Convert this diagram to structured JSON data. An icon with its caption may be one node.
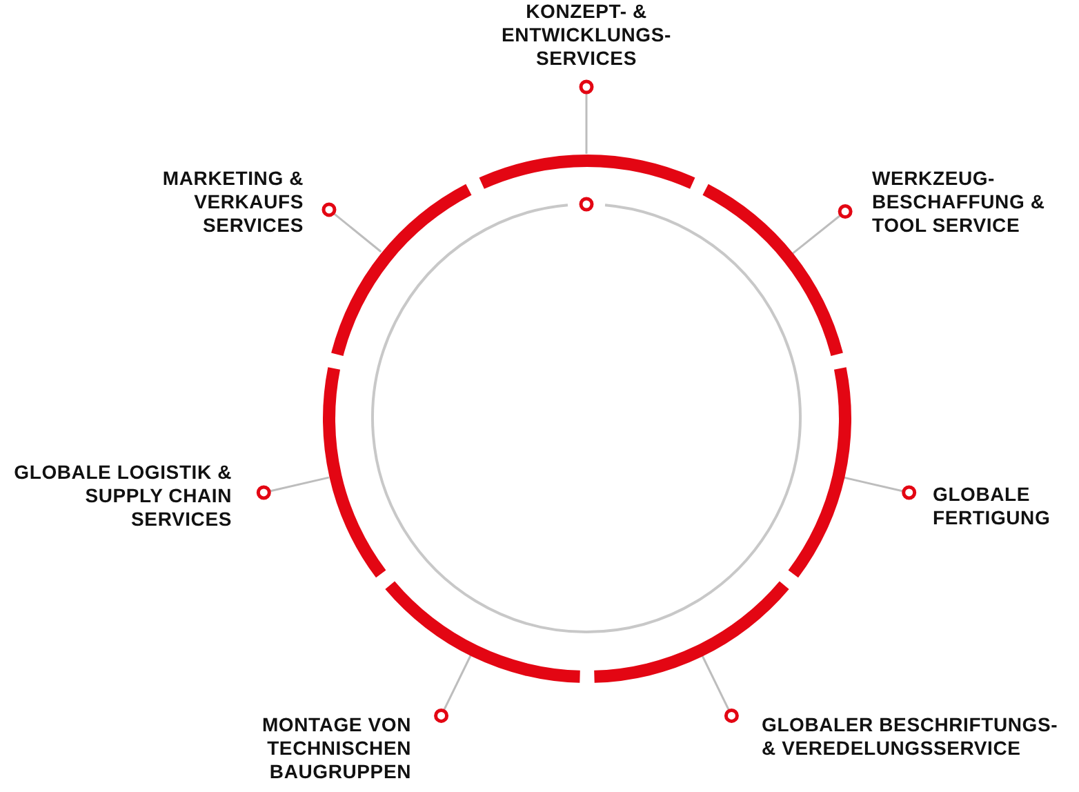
{
  "diagram": {
    "nodes": [
      {
        "text": [
          "KONZEPT- & ENTWICKLUNGS- SERVICES"
        ]
      },
      {
        "text": [
          "MARKETING & VERKAUFS SERVICES"
        ]
      },
      {
        "text": [
          "WERKZEUG- BESCHAFFUNG & TOOL SERVICE"
        ]
      },
      {
        "text": [
          "GLOBALE LOGISTIK & SUPPLY CHAIN SERVICES"
        ]
      },
      {
        "text": [
          "GLOBALE FERTIGUNG"
        ]
      },
      {
        "text": [
          "MONTAGE VON TECHNISCHEN BAUGRUPPEN"
        ]
      },
      {
        "text": [
          "GLOBALER BESCHRIFTUNGS- & VEREDELUNGSSERVICE"
        ]
      },
      {
        "text": [],
        "shape": "circle"
      }
    ],
    "edges": [
      {
        "from": 0,
        "to": 7,
        "arrow": "other"
      },
      {
        "from": 2,
        "to": 7,
        "arrow": "other"
      },
      {
        "from": 4,
        "to": 7,
        "arrow": "other"
      },
      {
        "from": 6,
        "to": 7,
        "arrow": "other"
      },
      {
        "from": 5,
        "to": 7,
        "arrow": "other"
      },
      {
        "from": 3,
        "to": 7,
        "arrow": "other"
      },
      {
        "from": 1,
        "to": 7,
        "arrow": "other"
      }
    ]
  }
}
